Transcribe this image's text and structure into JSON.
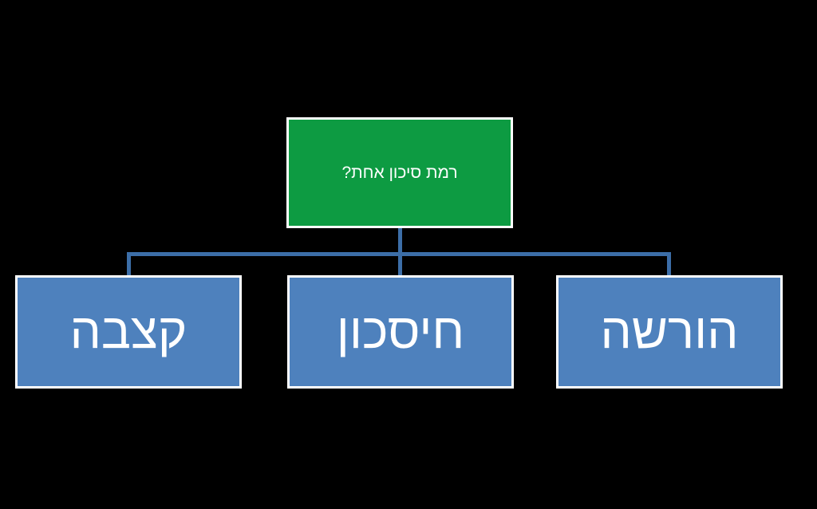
{
  "diagram": {
    "title": "רמת סיכון אחת?",
    "direction": "rtl",
    "background_color": "#000000",
    "root": {
      "label": "רמת סיכון אחת?",
      "fill_color": "#0D9B42",
      "text_color": "#FFFFFF",
      "border_color": "#FFFFFF"
    },
    "connector": {
      "color": "#3C6EA8",
      "thickness": "5px",
      "style": "orthogonal"
    },
    "children": [
      {
        "label": "הורשה",
        "fill_color": "#4E81BD",
        "text_color": "#FFFFFF",
        "border_color": "#FFFFFF",
        "position": "right"
      },
      {
        "label": "חיסכון",
        "fill_color": "#4E81BD",
        "text_color": "#FFFFFF",
        "border_color": "#FFFFFF",
        "position": "center"
      },
      {
        "label": "קצבה",
        "fill_color": "#4E81BD",
        "text_color": "#FFFFFF",
        "border_color": "#FFFFFF",
        "position": "left"
      }
    ]
  }
}
